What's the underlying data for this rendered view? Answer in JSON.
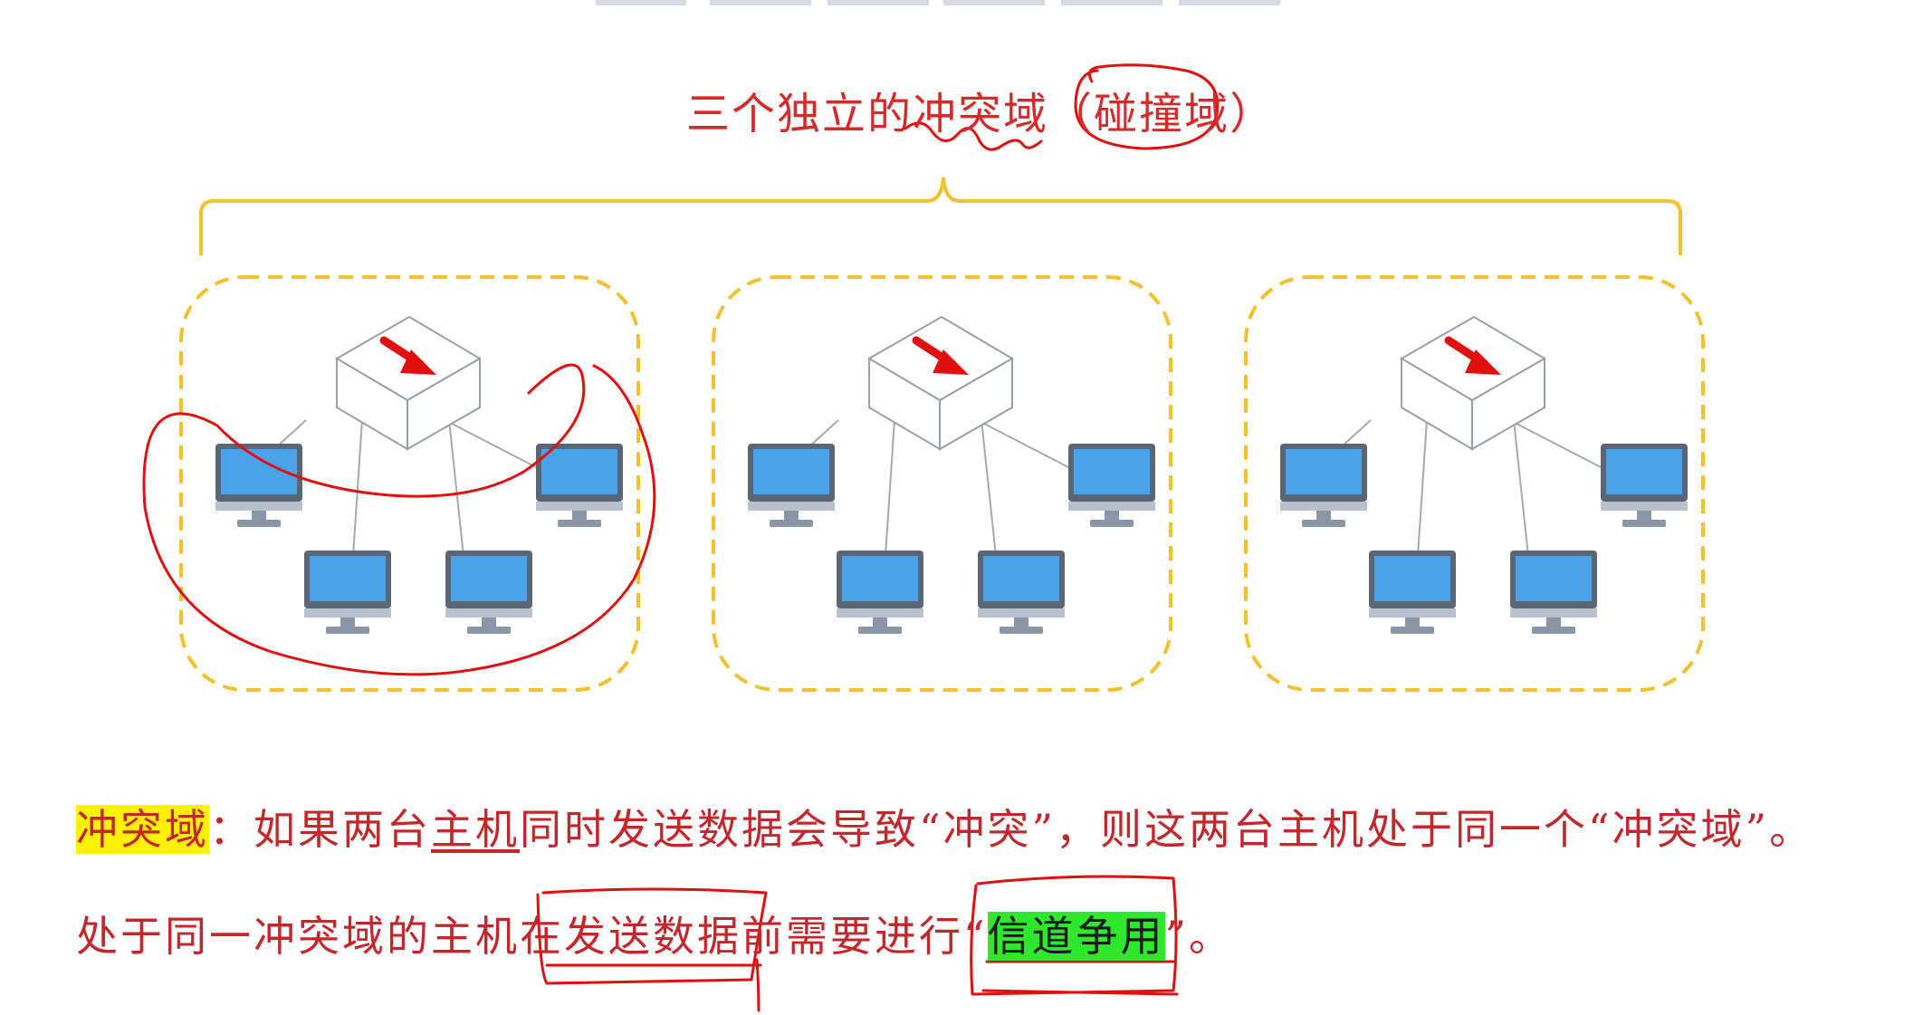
{
  "title": {
    "prefix": "三个独立的",
    "highlight_term": "冲突域",
    "paren_open": "（",
    "synonym": "碰撞域",
    "paren_close": "）"
  },
  "domains": [
    {
      "name": "collision-domain-1",
      "hosts": 4,
      "switch_icon": "switch-arrow-icon"
    },
    {
      "name": "collision-domain-2",
      "hosts": 4,
      "switch_icon": "switch-arrow-icon"
    },
    {
      "name": "collision-domain-3",
      "hosts": 4,
      "switch_icon": "switch-arrow-icon"
    }
  ],
  "definition": {
    "term": "冲突域",
    "colon": "：",
    "part1": "如果两台",
    "underlined": "主机",
    "part2": "同时发送数据会导致“冲突”，则这两台主机处于同一个“冲突域”。"
  },
  "note": {
    "part1": "处于同一冲突域的主机在",
    "boxed": "发送数据前",
    "part2": "需要进行“",
    "highlight": "信道争用",
    "part3": "”。"
  },
  "colors": {
    "red_text": "#c3272b",
    "annotation_red": "#e01010",
    "dashed_border": "#f2c12e",
    "brace": "#f2c12e",
    "monitor_screen": "#4aa3e8",
    "monitor_frame": "#8a96a5",
    "highlight_yellow": "#fff200",
    "highlight_green": "#2ee82e"
  }
}
